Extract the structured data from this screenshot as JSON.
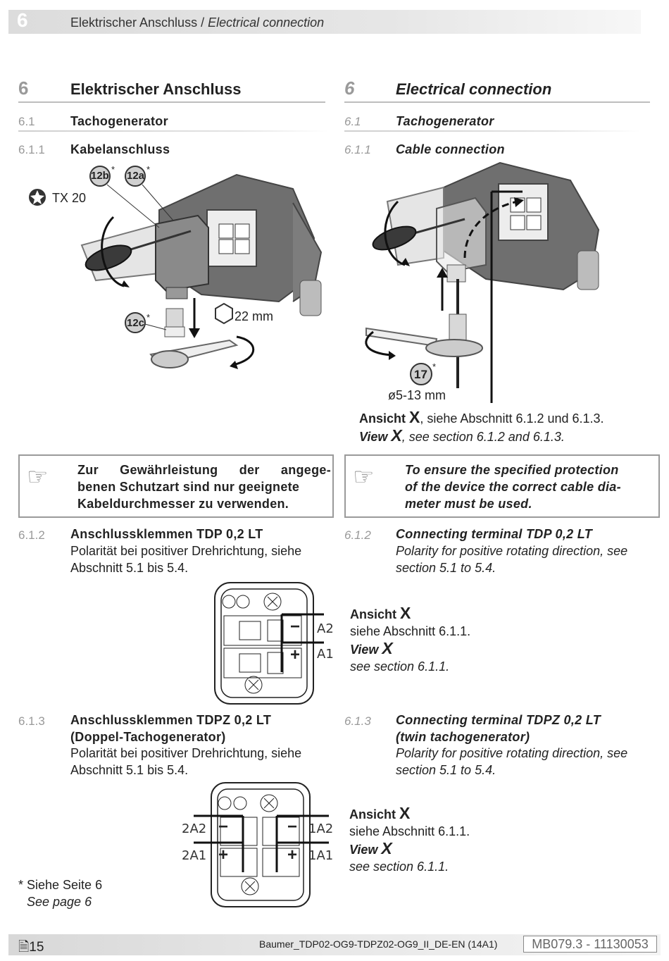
{
  "header": {
    "number": "6",
    "title_de": "Elektrischer Anschluss",
    "title_sep": " / ",
    "title_en": "Electrical connection"
  },
  "de": {
    "h1_num": "6",
    "h1": "Elektrischer Anschluss",
    "s61_num": "6.1",
    "s61": "Tachogenerator",
    "s611_num": "6.1.1",
    "s611": "Kabelanschluss",
    "callout_12b": "12b",
    "callout_12a": "12a",
    "callout_12c": "12c",
    "star": "*",
    "tx20": "TX 20",
    "wrench": "22 mm",
    "note": [
      "Zur Gewährleistung der angege-",
      "benen Schutzart sind nur geeignete",
      "Kabeldurchmesser zu verwenden."
    ],
    "s612_num": "6.1.2",
    "s612": "Anschlussklemmen TDP 0,2 LT",
    "s612_text": [
      "Polarität bei positiver Drehrichtung, siehe",
      "Abschnitt 5.1 bis 5.4."
    ],
    "s613_num": "6.1.3",
    "s613": "Anschlussklemmen TDPZ 0,2 LT",
    "s613b": "(Doppel-Tachogenerator)",
    "s613_text": [
      "Polarität bei positiver Drehrichtung, siehe",
      "Abschnitt 5.1 bis 5.4."
    ],
    "footnote": "* Siehe Seite 6",
    "footnote_en": "See page 6"
  },
  "en": {
    "h1_num": "6",
    "h1": "Electrical connection",
    "s61_num": "6.1",
    "s61": "Tachogenerator",
    "s611_num": "6.1.1",
    "s611": "Cable connection",
    "callout_17": "17",
    "diameter": "ø5-13 mm",
    "view_de_pre": "Ansicht ",
    "view_x": "X",
    "view_de_post": ", siehe Abschnitt 6.1.2 und 6.1.3.",
    "view_en_pre": "View ",
    "view_en_post": ", see section 6.1.2 and 6.1.3.",
    "note": [
      "To ensure the specified protection",
      "of the device the correct cable dia-",
      "meter must be used."
    ],
    "s612_num": "6.1.2",
    "s612": "Connecting terminal TDP 0,2 LT",
    "s612_text": [
      "Polarity for positive rotating direction, see",
      "section 5.1 to 5.4."
    ],
    "s613_num": "6.1.3",
    "s613": "Connecting terminal TDPZ 0,2 LT",
    "s613b": "(twin tachogenerator)",
    "s613_text": [
      "Polarity for positive rotating direction, see",
      "section 5.1 to 5.4."
    ]
  },
  "terminal1": {
    "ansicht_label": "Ansicht",
    "x": "X",
    "ansicht_text": "siehe Abschnitt 6.1.1.",
    "view_label": "View",
    "view_text": "see section 6.1.1.",
    "a2": "A2",
    "a1": "A1",
    "minus": "−",
    "plus": "+"
  },
  "terminal2": {
    "ansicht_label": "Ansicht",
    "x": "X",
    "ansicht_text": "siehe Abschnitt 6.1.1.",
    "view_label": "View",
    "view_text": "see section 6.1.1.",
    "a2_left": "2A2",
    "a1_left": "2A1",
    "a2_right": "1A2",
    "a1_right": "1A1",
    "minus": "−",
    "plus": "+"
  },
  "footer": {
    "page": "15",
    "doc": "Baumer_TDP02-OG9-TDPZ02-OG9_II_DE-EN (14A1)",
    "code": "MB079.3 - 11130053"
  }
}
